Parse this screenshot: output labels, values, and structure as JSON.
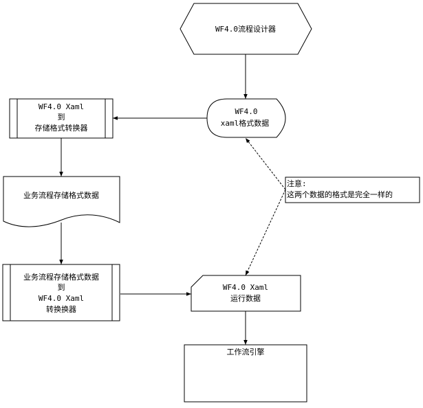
{
  "nodes": {
    "designer": {
      "lines": [
        "WF4.0流程设计器"
      ]
    },
    "xaml_data": {
      "lines": [
        "WF4.0",
        "xaml格式数据"
      ]
    },
    "converter_to_storage": {
      "lines": [
        "WF4.0 Xaml",
        "到",
        "存储格式转换器"
      ]
    },
    "storage_data": {
      "lines": [
        "业务流程存储格式数据"
      ]
    },
    "converter_to_xaml": {
      "lines": [
        "业务流程存储格式数据",
        "到",
        "WF4.0 Xaml",
        "转换换器"
      ]
    },
    "runtime_data": {
      "lines": [
        "WF4.0 Xaml",
        "运行数据"
      ]
    },
    "engine": {
      "lines": [
        "工作流引擎"
      ]
    },
    "note": {
      "lines": [
        "注意:",
        "这两个数据的格式是完全一样的"
      ]
    }
  },
  "colors": {
    "stroke": "#000000",
    "fill": "#ffffff"
  }
}
